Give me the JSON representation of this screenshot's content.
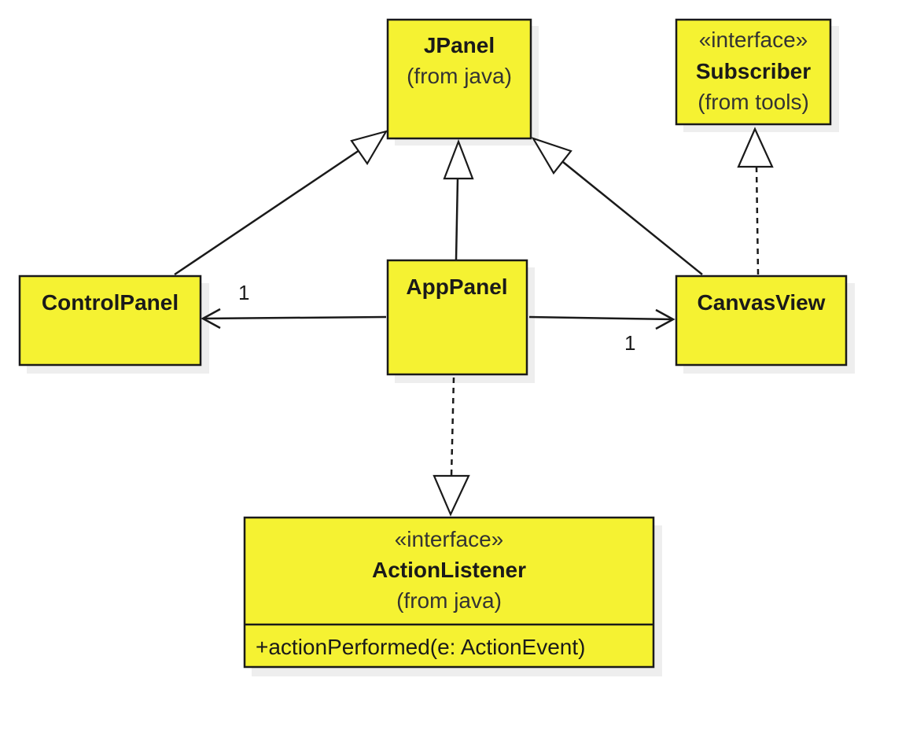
{
  "classes": {
    "jpanel": {
      "name": "JPanel",
      "origin": "(from java)"
    },
    "subscriber": {
      "stereotype": "«interface»",
      "name": "Subscriber",
      "origin": "(from tools)"
    },
    "controlpanel": {
      "name": "ControlPanel"
    },
    "apppanel": {
      "name": "AppPanel"
    },
    "canvasview": {
      "name": "CanvasView"
    },
    "actionlistener": {
      "stereotype": "«interface»",
      "name": "ActionListener",
      "origin": "(from java)",
      "operations": [
        "+actionPerformed(e: ActionEvent)"
      ]
    }
  },
  "associations": {
    "app_to_control": {
      "multiplicity": "1"
    },
    "app_to_canvas": {
      "multiplicity": "1"
    }
  },
  "colors": {
    "class_fill": "#f5f232",
    "line": "#1a1a1a"
  }
}
